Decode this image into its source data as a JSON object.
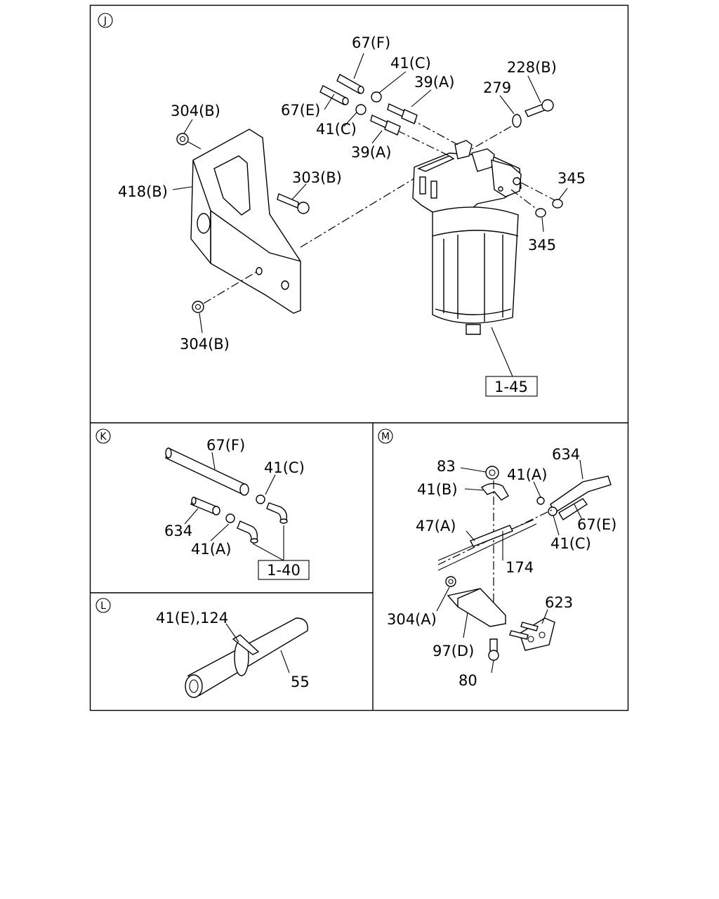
{
  "panels": {
    "j": {
      "letter": "J",
      "labels": [
        "67(F)",
        "41(C)",
        "39(A)",
        "228(B)",
        "279",
        "304(B)",
        "67(E)",
        "41(C)",
        "39(A)",
        "303(B)",
        "418(B)",
        "345",
        "345",
        "304(B)"
      ],
      "ref_box": "1-45"
    },
    "k": {
      "letter": "K",
      "labels": [
        "67(F)",
        "41(C)",
        "634",
        "41(A)"
      ],
      "ref_box": "1-40"
    },
    "l": {
      "letter": "L",
      "labels": [
        "41(E),124",
        "55"
      ]
    },
    "m": {
      "letter": "M",
      "labels": [
        "83",
        "634",
        "41(A)",
        "41(B)",
        "47(A)",
        "67(E)",
        "41(C)",
        "174",
        "623",
        "304(A)",
        "97(D)",
        "80"
      ]
    }
  }
}
